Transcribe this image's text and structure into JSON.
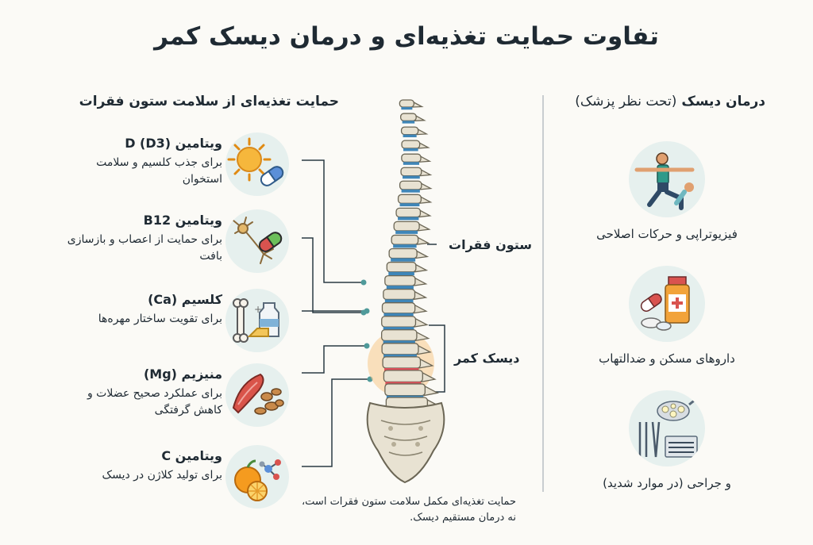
{
  "title": "تفاوت حمایت تغذیه‌ای و درمان دیسک کمر",
  "nutrition": {
    "heading": "حمایت تغذیه‌ای از سلامت ستون فقرات",
    "items": [
      {
        "name": "ویتامین D (D3)",
        "desc": "برای جذب کلسیم و سلامت استخوان",
        "icon": "sun-and-capsule-icon"
      },
      {
        "name": "ویتامین B12",
        "desc": "برای حمایت از اعصاب و بازسازی بافت",
        "icon": "neuron-and-capsule-icon"
      },
      {
        "name": "کلسیم (Ca)",
        "desc": "برای تقویت ساختار مهره‌ها",
        "icon": "bone-milk-cheese-icon"
      },
      {
        "name": "منیزیم (Mg)",
        "desc": "برای عملکرد صحیح عضلات و کاهش گرفتگی",
        "icon": "muscle-and-nuts-icon"
      },
      {
        "name": "ویتامین C",
        "desc": "برای تولید کلاژن در دیسک",
        "icon": "orange-and-molecule-icon"
      }
    ]
  },
  "spine": {
    "label_spine": "ستون فقرات",
    "label_disc": "دیسک کمر"
  },
  "treatment": {
    "heading_main": "درمان دیسک",
    "heading_note": "(تحت نظر پزشک)",
    "items": [
      {
        "label": "فیزیوتراپی و حرکات اصلاحی",
        "icon": "physiotherapy-icon"
      },
      {
        "label": "داروهای مسکن و ضدالتهاب",
        "icon": "medication-icon"
      },
      {
        "label": "و جراحی (در موارد شدید)",
        "icon": "surgery-tools-icon"
      }
    ]
  },
  "footnote": "حمایت تغذیه‌ای مکمل سلامت ستون فقرات است، نه درمان مستقیم دیسک.",
  "colors": {
    "circle": "#e6f0ee",
    "bone": "#e8e2d2",
    "disc": "#3f86b8",
    "highlight": "#f7c98a",
    "line": "#1f2a33"
  }
}
